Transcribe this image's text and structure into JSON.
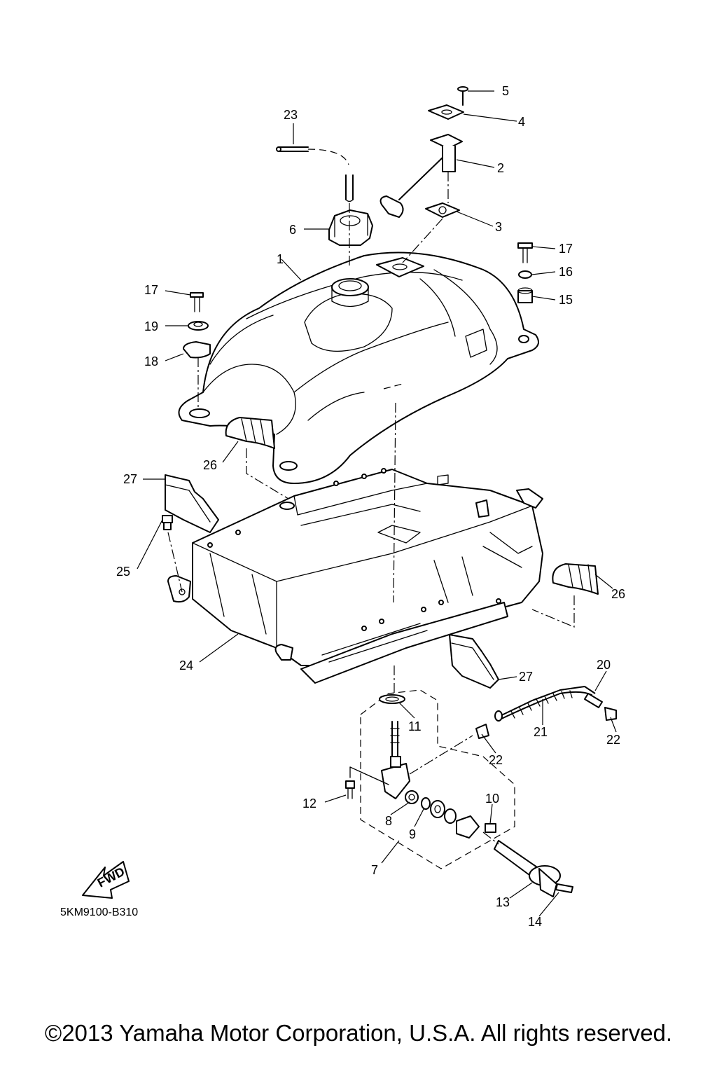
{
  "diagram": {
    "code": "5KM9100-B310",
    "direction_arrow": "FWD",
    "copyright": "©2013 Yamaha Motor Corporation, U.S.A. All rights reserved.",
    "callouts": [
      {
        "id": "1",
        "text": "1"
      },
      {
        "id": "2",
        "text": "2"
      },
      {
        "id": "3",
        "text": "3"
      },
      {
        "id": "4",
        "text": "4"
      },
      {
        "id": "5",
        "text": "5"
      },
      {
        "id": "6",
        "text": "6"
      },
      {
        "id": "7",
        "text": "7"
      },
      {
        "id": "8",
        "text": "8"
      },
      {
        "id": "9",
        "text": "9"
      },
      {
        "id": "10",
        "text": "10"
      },
      {
        "id": "11",
        "text": "11"
      },
      {
        "id": "12",
        "text": "12"
      },
      {
        "id": "13",
        "text": "13"
      },
      {
        "id": "14",
        "text": "14"
      },
      {
        "id": "15",
        "text": "15"
      },
      {
        "id": "16",
        "text": "16"
      },
      {
        "id": "17a",
        "text": "17"
      },
      {
        "id": "17b",
        "text": "17"
      },
      {
        "id": "18",
        "text": "18"
      },
      {
        "id": "19",
        "text": "19"
      },
      {
        "id": "20",
        "text": "20"
      },
      {
        "id": "21",
        "text": "21"
      },
      {
        "id": "22a",
        "text": "22"
      },
      {
        "id": "22b",
        "text": "22"
      },
      {
        "id": "23",
        "text": "23"
      },
      {
        "id": "24",
        "text": "24"
      },
      {
        "id": "25",
        "text": "25"
      },
      {
        "id": "26a",
        "text": "26"
      },
      {
        "id": "26b",
        "text": "26"
      },
      {
        "id": "27a",
        "text": "27"
      },
      {
        "id": "27b",
        "text": "27"
      }
    ]
  }
}
